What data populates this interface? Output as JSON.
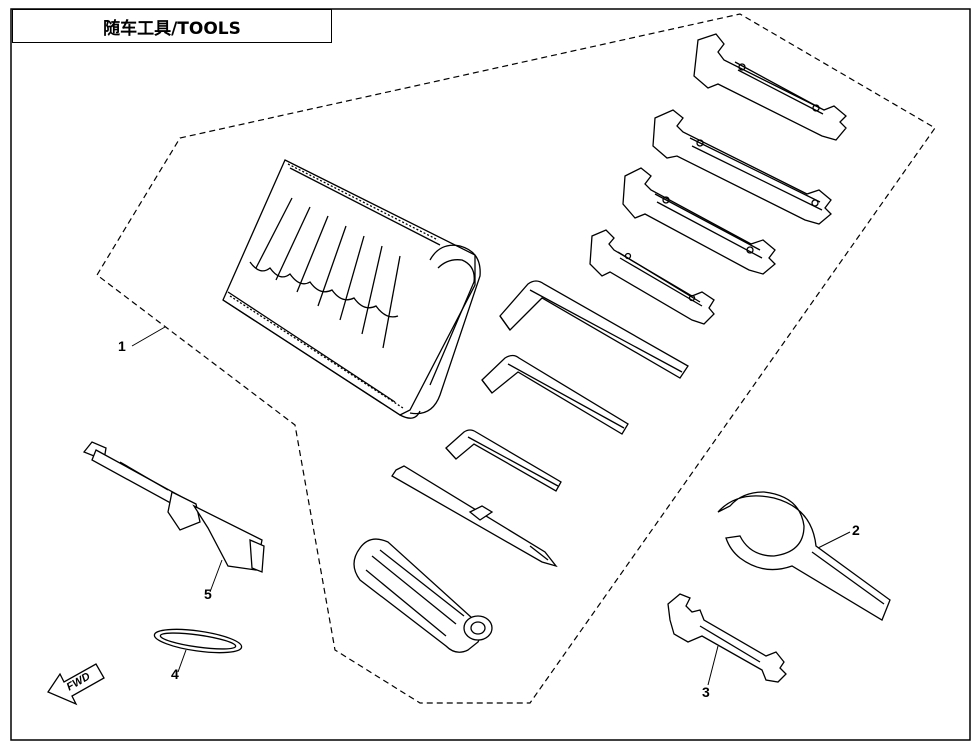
{
  "title": "随车工具/TOOLS",
  "callouts": {
    "c1": "1",
    "c2": "2",
    "c3": "3",
    "c4": "4",
    "c5": "5"
  },
  "direction_label": "FWD",
  "colors": {
    "line": "#000000",
    "background": "#ffffff"
  }
}
